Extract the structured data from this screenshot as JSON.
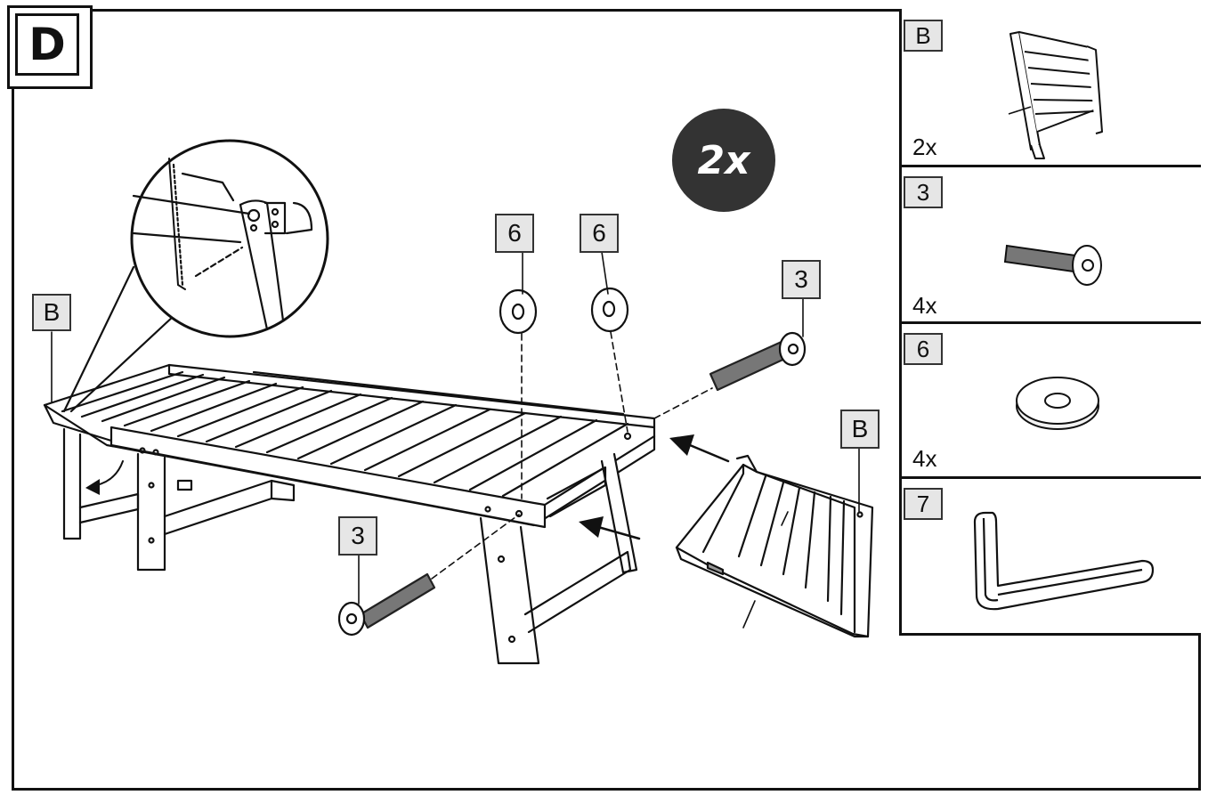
{
  "step": {
    "label": "D"
  },
  "multiplier": {
    "label": "2x"
  },
  "callouts": {
    "b_left": "B",
    "b_right": "B",
    "washer_1": "6",
    "washer_2": "6",
    "screw_right": "3",
    "screw_bottom": "3"
  },
  "parts": [
    {
      "id": "B",
      "qty": "2x",
      "icon": "slatted-backrest-icon"
    },
    {
      "id": "3",
      "qty": "4x",
      "icon": "screw-icon"
    },
    {
      "id": "6",
      "qty": "4x",
      "icon": "washer-icon"
    },
    {
      "id": "7",
      "qty": "",
      "icon": "allen-key-icon"
    }
  ]
}
